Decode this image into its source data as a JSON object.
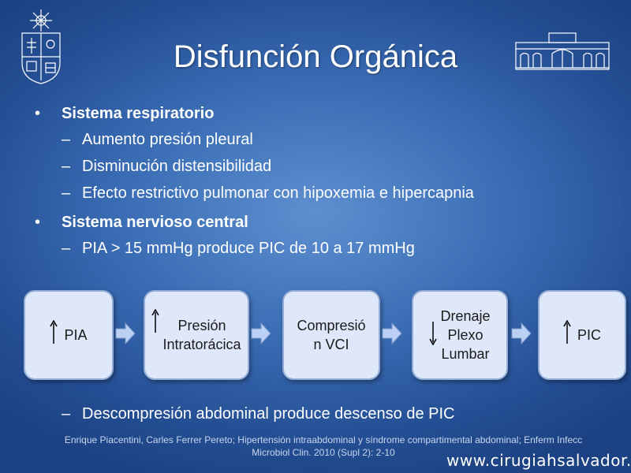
{
  "title": "Disfunción Orgánica",
  "bullets": [
    {
      "heading": "Sistema respiratorio",
      "items": [
        "Aumento presión pleural",
        "Disminución distensibilidad",
        "Efecto restrictivo pulmonar con hipoxemia e hipercapnia"
      ]
    },
    {
      "heading": "Sistema nervioso central",
      "items": [
        "PIA > 15 mmHg produce PIC de 10 a 17 mmHg"
      ]
    }
  ],
  "flow": [
    {
      "label_lines": [
        "PIA"
      ],
      "arrow": "up"
    },
    {
      "label_lines": [
        "Presión",
        "Intratorácica"
      ],
      "arrow": "up"
    },
    {
      "label_lines": [
        "Compresió",
        "n VCI"
      ],
      "arrow": "none"
    },
    {
      "label_lines": [
        "Drenaje",
        "Plexo",
        "Lumbar"
      ],
      "arrow": "down"
    },
    {
      "label_lines": [
        "PIC"
      ],
      "arrow": "up"
    }
  ],
  "final_item": "Descompresión abdominal produce descenso de PIC",
  "citation_lines": [
    "Enrique Piacentini, Carles Ferrer Pereto; Hipertensión intraabdominal y síndrome compartimental abdominal; Enferm Infecc",
    "Microbiol Clin. 2010 (Supl 2): 2-10"
  ],
  "website": "www.cirugiahsalvador.cl",
  "icons": {
    "left_logo": "university-seal-icon",
    "right_logo": "hospital-building-icon"
  },
  "colors": {
    "background": "#3a6cb4",
    "box_fill": "#dfe8fb",
    "box_border": "#93add6",
    "chevron": "#bcd0f3"
  }
}
